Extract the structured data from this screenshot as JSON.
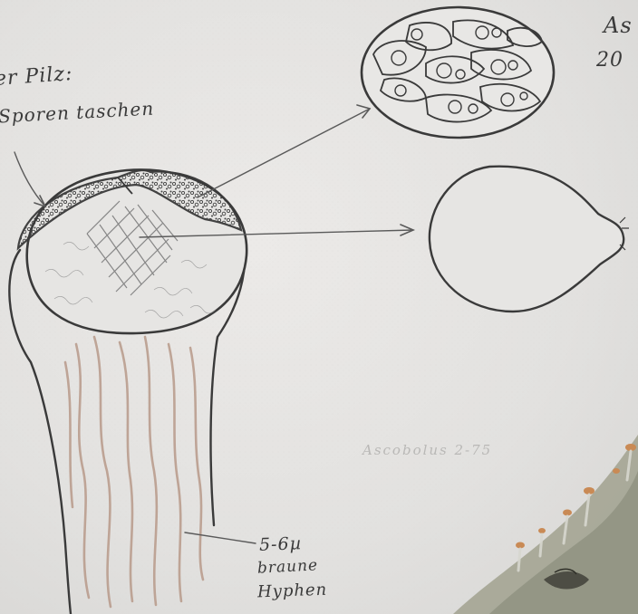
{
  "labels": {
    "heading": "er Pilz:",
    "sub": "Sporen taschen",
    "corner_line1": "As",
    "corner_line2": "20",
    "hyphae_size": "5-6µ",
    "hyphae_color": "braune",
    "hyphae_name": "Hyphen"
  },
  "faint_text": "Ascobolus 2-75",
  "colors": {
    "paper": "#e4e3e1",
    "pencil": "#3a3a3a",
    "hyphae": "#b89a8a",
    "lichen": "#9a9e8c",
    "fruit_tips": "#c98a55"
  }
}
